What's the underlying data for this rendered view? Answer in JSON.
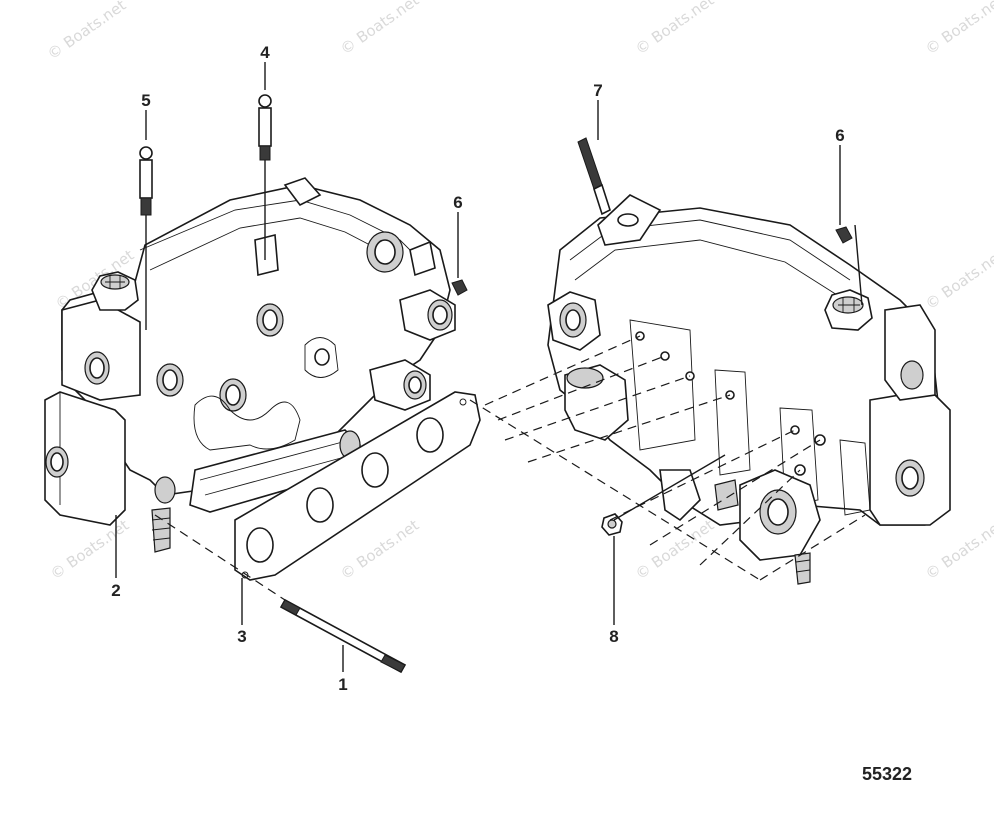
{
  "callouts": [
    {
      "id": "1",
      "label": "1"
    },
    {
      "id": "2",
      "label": "2"
    },
    {
      "id": "3",
      "label": "3"
    },
    {
      "id": "4",
      "label": "4"
    },
    {
      "id": "5",
      "label": "5"
    },
    {
      "id": "6a",
      "label": "6"
    },
    {
      "id": "6b",
      "label": "6"
    },
    {
      "id": "7",
      "label": "7"
    },
    {
      "id": "8",
      "label": "8"
    }
  ],
  "figure_number": "55322",
  "watermark": "© Boats.net",
  "colors": {
    "line": "#1a1a1a",
    "watermark": "#d9d9d9",
    "background": "#ffffff"
  }
}
